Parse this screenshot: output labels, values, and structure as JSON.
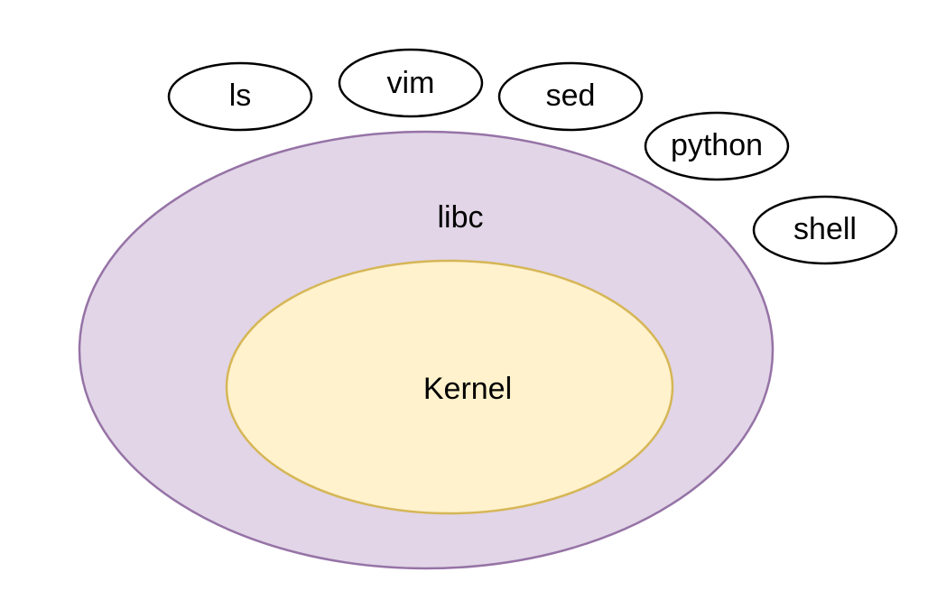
{
  "layers": {
    "libc": {
      "label": "libc",
      "fill": "#e1d5e7",
      "stroke": "#9673a6"
    },
    "kernel": {
      "label": "Kernel",
      "fill": "#fff2cc",
      "stroke": "#d6b656"
    }
  },
  "programs": [
    {
      "label": "ls"
    },
    {
      "label": "vim"
    },
    {
      "label": "sed"
    },
    {
      "label": "python"
    },
    {
      "label": "shell"
    }
  ]
}
